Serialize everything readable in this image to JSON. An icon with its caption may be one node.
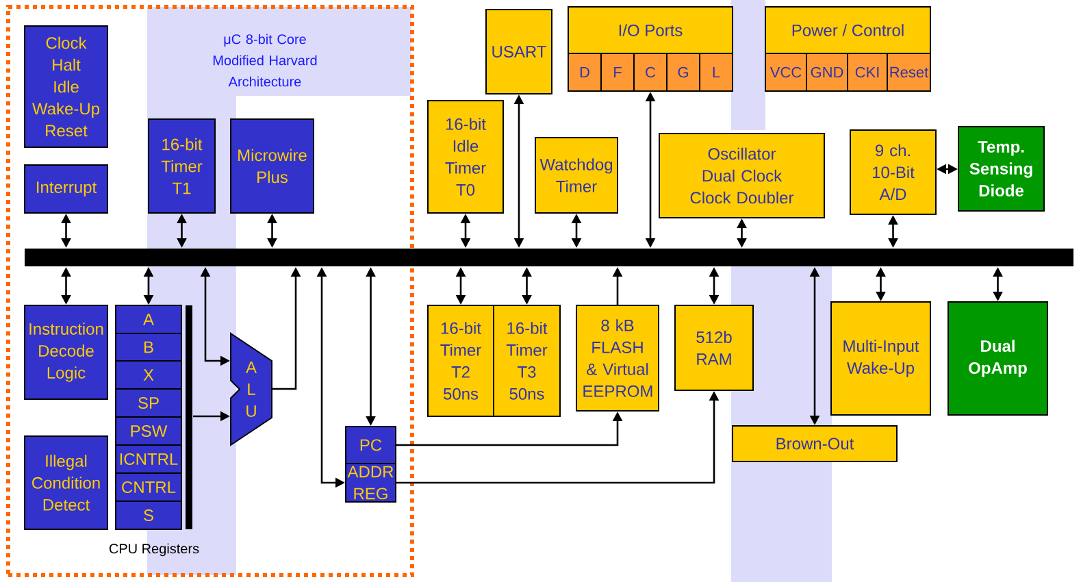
{
  "diagram": {
    "nodes": [
      {
        "text": [
          "μC 8-bit Core Modified Harvard Architecture"
        ]
      },
      {
        "text": [
          "Clock Halt Idle Wake-Up Reset"
        ],
        "in": 0
      },
      {
        "text": [
          "Interrupt"
        ],
        "in": 0
      },
      {
        "text": [
          "16-bit Timer T1"
        ],
        "in": 0
      },
      {
        "text": [
          "Microwire Plus"
        ],
        "in": 0
      },
      {
        "text": [],
        "shape": "bar"
      },
      {
        "text": [
          "Instruction Decode Logic"
        ],
        "in": 0
      },
      {
        "text": [
          "A"
        ],
        "in": 0
      },
      {
        "text": [
          "B"
        ],
        "in": 0
      },
      {
        "text": [
          "X"
        ],
        "in": 0
      },
      {
        "text": [
          "SP"
        ],
        "in": 0
      },
      {
        "text": [
          "PSW"
        ],
        "in": 0
      },
      {
        "text": [
          "ICNTRL"
        ],
        "in": 0
      },
      {
        "text": [
          "CNTRL"
        ],
        "in": 0
      },
      {
        "text": [
          "S"
        ],
        "in": 0
      },
      {
        "text": [],
        "shape": "bar",
        "in": 0
      },
      {
        "text": [
          "A L U"
        ],
        "in": 0
      },
      {
        "text": [
          "PC"
        ],
        "in": 0
      },
      {
        "text": [
          "ADDR REG"
        ],
        "in": 0
      },
      {
        "text": [
          "Illegal Condition Detect"
        ],
        "in": 0
      },
      {
        "text": [
          "USART"
        ]
      },
      {
        "text": [
          "I/O Ports"
        ]
      },
      {
        "text": [
          "D"
        ]
      },
      {
        "text": [
          "F"
        ]
      },
      {
        "text": [
          "C"
        ]
      },
      {
        "text": [
          "G"
        ]
      },
      {
        "text": [
          "L"
        ]
      },
      {
        "text": [
          "Power / Control"
        ]
      },
      {
        "text": [
          "VCC"
        ]
      },
      {
        "text": [
          "GND"
        ]
      },
      {
        "text": [
          "CKI"
        ]
      },
      {
        "text": [
          "Reset"
        ]
      },
      {
        "text": [
          "16-bit Idle Timer T0"
        ]
      },
      {
        "text": [
          "Watchdog Timer"
        ]
      },
      {
        "text": [
          "Oscillator Dual Clock Clock Doubler"
        ]
      },
      {
        "text": [
          "9 ch. 10-Bit A/D"
        ]
      },
      {
        "text": [
          "Temp. Sensing Diode"
        ]
      },
      {
        "text": [
          "16-bit Timer T2 50ns"
        ]
      },
      {
        "text": [
          "16-bit Timer T3 50ns"
        ]
      },
      {
        "text": [
          "8 kB FLASH & Virtual EEPROM"
        ]
      },
      {
        "text": [
          "512b RAM"
        ]
      },
      {
        "text": [
          "Multi-Input Wake-Up"
        ]
      },
      {
        "text": [
          "Dual OpAmp"
        ]
      },
      {
        "text": [
          "Brown-Out"
        ]
      }
    ],
    "edges": [
      {
        "from": 5,
        "to": 2,
        "arrow": "both"
      },
      {
        "from": 5,
        "to": 3,
        "arrow": "both"
      },
      {
        "from": 5,
        "to": 4,
        "arrow": "both"
      },
      {
        "from": 5,
        "to": 6,
        "arrow": "both"
      },
      {
        "from": 5,
        "to": 7,
        "arrow": "both"
      },
      {
        "from": 5,
        "to": 16,
        "arrow": "both"
      },
      {
        "from": 15,
        "to": 16,
        "arrow": "to"
      },
      {
        "from": 16,
        "to": 5,
        "arrow": "to"
      },
      {
        "from": 5,
        "to": 18,
        "arrow": "both"
      },
      {
        "from": 5,
        "to": 17,
        "arrow": "both"
      },
      {
        "from": 17,
        "to": 39,
        "arrow": "to"
      },
      {
        "from": 18,
        "to": 40,
        "arrow": "to"
      },
      {
        "from": 5,
        "to": 20,
        "arrow": "both"
      },
      {
        "from": 5,
        "to": 24,
        "arrow": "both"
      },
      {
        "from": 5,
        "to": 32,
        "arrow": "both"
      },
      {
        "from": 5,
        "to": 33,
        "arrow": "both"
      },
      {
        "from": 5,
        "to": 34,
        "arrow": "both"
      },
      {
        "from": 5,
        "to": 35,
        "arrow": "both"
      },
      {
        "from": 35,
        "to": 36,
        "arrow": "both"
      },
      {
        "from": 5,
        "to": 37,
        "arrow": "both"
      },
      {
        "from": 5,
        "to": 38,
        "arrow": "both"
      },
      {
        "from": 39,
        "to": 5,
        "arrow": "to"
      },
      {
        "from": 5,
        "to": 40,
        "arrow": "both"
      },
      {
        "from": 5,
        "to": 43,
        "arrow": "both"
      },
      {
        "from": 5,
        "to": 41,
        "arrow": "both"
      },
      {
        "from": 5,
        "to": 42,
        "arrow": "both"
      }
    ],
    "labels": [
      "CPU Registers"
    ]
  }
}
